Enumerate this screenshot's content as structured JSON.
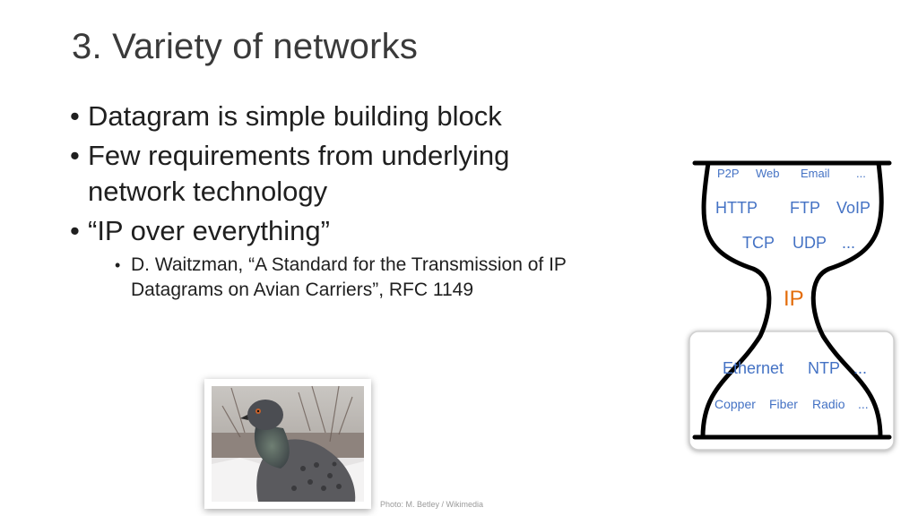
{
  "slide": {
    "title": "3. Variety of networks",
    "bullets": [
      "Datagram is simple building block",
      "Few requirements from underlying network technology",
      "“IP over everything”"
    ],
    "sub_bullet": "D. Waitzman, “A Standard for the Transmission of IP Datagrams on Avian Carriers”, RFC 1149",
    "bullet_marker": "•"
  },
  "hourglass": {
    "apps": [
      "P2P",
      "Web",
      "Email",
      "..."
    ],
    "app_protocols": [
      "HTTP",
      "FTP",
      "VoIP"
    ],
    "transport": [
      "TCP",
      "UDP",
      "..."
    ],
    "network": "IP",
    "link": [
      "Ethernet",
      "NTP",
      "..."
    ],
    "physical": [
      "Copper",
      "Fiber",
      "Radio",
      "..."
    ],
    "colors": {
      "label": "#4472c4",
      "ip": "#e36c0a",
      "outline": "#000000",
      "box_border": "#d0d0d0"
    }
  },
  "photo": {
    "credit": "Photo: M. Betley / Wikimedia"
  }
}
